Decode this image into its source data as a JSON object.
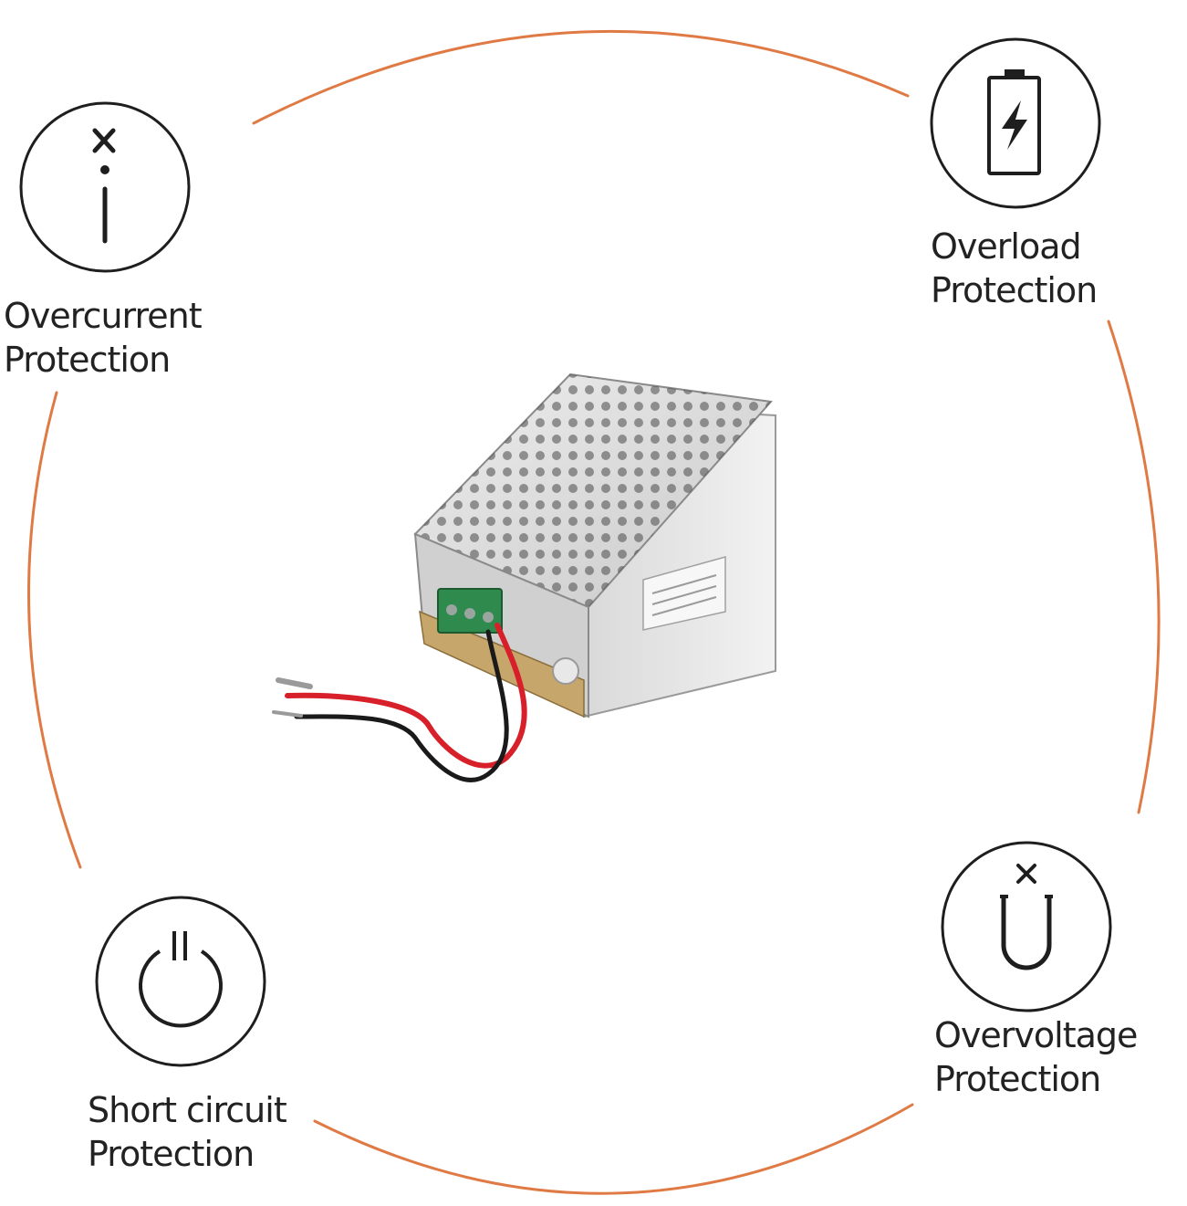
{
  "accent_color": "#e07a45",
  "features": {
    "overcurrent": {
      "icon": "overcurrent-icon",
      "line1": "Overcurrent",
      "line2": "Protection"
    },
    "overload": {
      "icon": "battery-bolt-icon",
      "line1": "Overload",
      "line2": "Protection"
    },
    "short_circuit": {
      "icon": "power-icon",
      "line1": "Short circuit",
      "line2": "Protection"
    },
    "overvoltage": {
      "icon": "magnet-icon",
      "line1": "Overvoltage",
      "line2": "Protection"
    }
  },
  "product": {
    "icon": "power-supply-unit-image"
  }
}
